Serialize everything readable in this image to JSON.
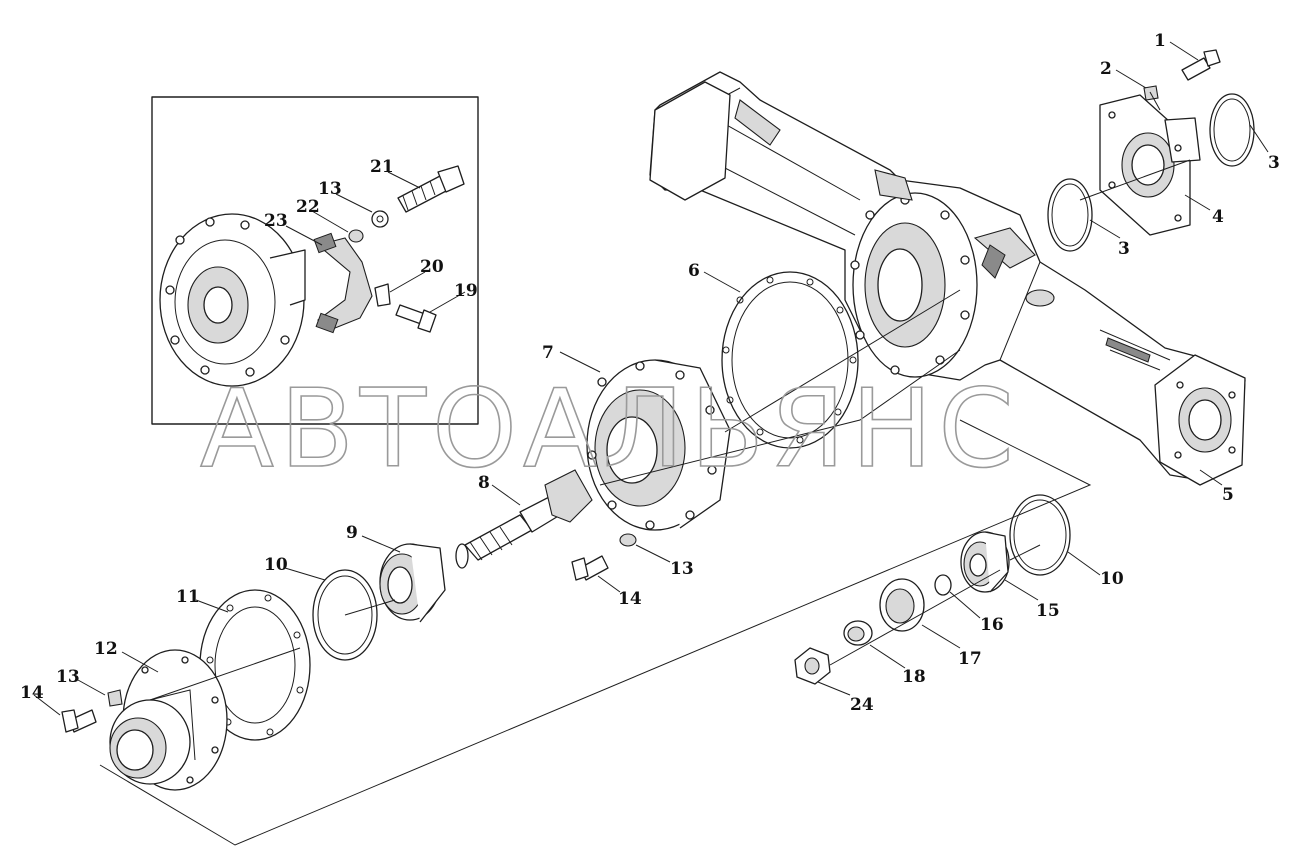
{
  "watermark": "АВТОАЛЬЯНС",
  "callouts": [
    {
      "id": "c1",
      "label": "1"
    },
    {
      "id": "c2",
      "label": "2"
    },
    {
      "id": "c3a",
      "label": "3"
    },
    {
      "id": "c3b",
      "label": "3"
    },
    {
      "id": "c4",
      "label": "4"
    },
    {
      "id": "c5",
      "label": "5"
    },
    {
      "id": "c6",
      "label": "6"
    },
    {
      "id": "c7",
      "label": "7"
    },
    {
      "id": "c8",
      "label": "8"
    },
    {
      "id": "c9",
      "label": "9"
    },
    {
      "id": "c10a",
      "label": "10"
    },
    {
      "id": "c10b",
      "label": "10"
    },
    {
      "id": "c11",
      "label": "11"
    },
    {
      "id": "c12",
      "label": "12"
    },
    {
      "id": "c13a",
      "label": "13"
    },
    {
      "id": "c13b",
      "label": "13"
    },
    {
      "id": "c13c",
      "label": "13"
    },
    {
      "id": "c14a",
      "label": "14"
    },
    {
      "id": "c14b",
      "label": "14"
    },
    {
      "id": "c15",
      "label": "15"
    },
    {
      "id": "c16",
      "label": "16"
    },
    {
      "id": "c17",
      "label": "17"
    },
    {
      "id": "c18",
      "label": "18"
    },
    {
      "id": "c19",
      "label": "19"
    },
    {
      "id": "c20",
      "label": "20"
    },
    {
      "id": "c21",
      "label": "21"
    },
    {
      "id": "c22",
      "label": "22"
    },
    {
      "id": "c23",
      "label": "23"
    },
    {
      "id": "c24",
      "label": "24"
    }
  ]
}
